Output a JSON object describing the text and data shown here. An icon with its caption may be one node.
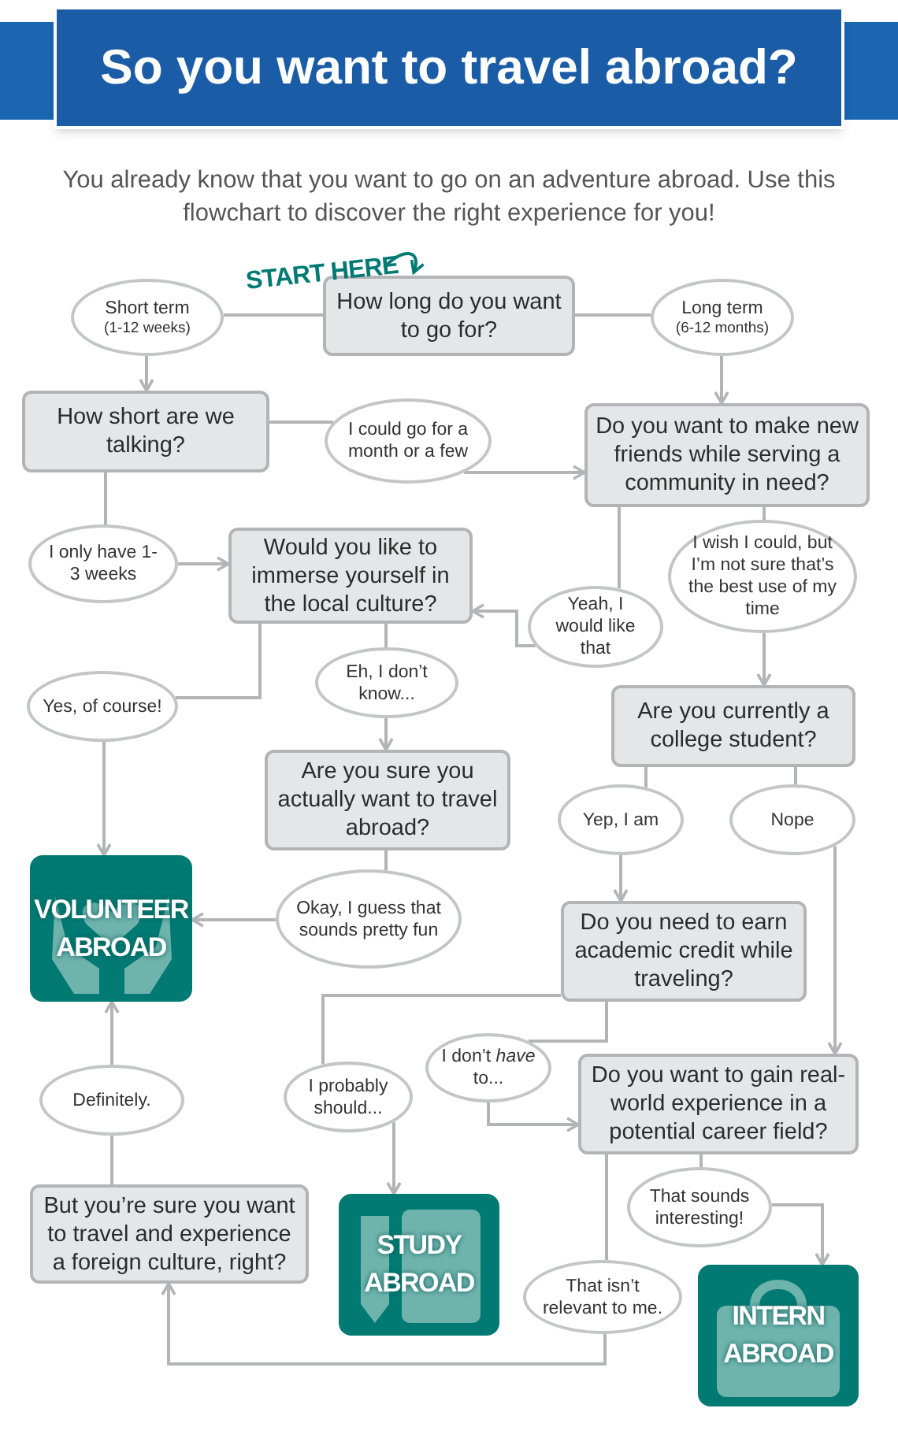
{
  "diagram": {
    "title": "So you want to travel abroad?",
    "nodes": [
      {
        "text": [
          "How long do you want to go for?"
        ]
      },
      {
        "text": [
          "Short term",
          "(1-12 weeks)"
        ]
      },
      {
        "text": [
          "Long term",
          "(6-12 months)"
        ]
      },
      {
        "text": [
          "How short are we talking?"
        ]
      },
      {
        "text": [
          "I could go for a month or a few"
        ]
      },
      {
        "text": [
          "Do you want to make new friends while serving a community in need?"
        ]
      },
      {
        "text": [
          "I only have 1-3 weeks"
        ]
      },
      {
        "text": [
          "Would you like to immerse yourself in the local culture?"
        ]
      },
      {
        "text": [
          "Yeah, I would like that"
        ]
      },
      {
        "text": [
          "I wish I could, but I’m not sure that’s the best use of my time"
        ]
      },
      {
        "text": [
          "Yes, of course!"
        ]
      },
      {
        "text": [
          "Eh, I don’t know..."
        ]
      },
      {
        "text": [
          "Are you currently a college student?"
        ]
      },
      {
        "text": [
          "Are you sure you actually want to travel abroad?"
        ]
      },
      {
        "text": [
          "Yep, I am"
        ]
      },
      {
        "text": [
          "Nope"
        ]
      },
      {
        "text": [
          "VOLUNTEER ABROAD"
        ]
      },
      {
        "text": [
          "Okay, I guess that sounds pretty fun"
        ]
      },
      {
        "text": [
          "Do you need to earn academic credit while traveling?"
        ]
      },
      {
        "text": [
          "I don’t *have* to..."
        ]
      },
      {
        "text": [
          "Definitely."
        ]
      },
      {
        "text": [
          "I probably should..."
        ]
      },
      {
        "text": [
          "Do you want to gain real-world experience in a potential career field?"
        ]
      },
      {
        "text": [
          "But you’re sure you want to travel and experience a foreign culture, right?"
        ]
      },
      {
        "text": [
          "STUDY ABROAD"
        ]
      },
      {
        "text": [
          "That sounds interesting!"
        ]
      },
      {
        "text": [
          "That isn’t relevant to me."
        ]
      },
      {
        "text": [
          "INTERN ABROAD"
        ]
      },
      {
        "text": [
          "START HERE"
        ]
      }
    ],
    "edges": [
      {
        "from": 0,
        "to": 1,
        "arrow": "none"
      },
      {
        "from": 0,
        "to": 2,
        "arrow": "none"
      },
      {
        "from": 1,
        "to": 3,
        "arrow": "to"
      },
      {
        "from": 2,
        "to": 5,
        "arrow": "to"
      },
      {
        "from": 3,
        "to": 4,
        "arrow": "none"
      },
      {
        "from": 4,
        "to": 5,
        "arrow": "to"
      },
      {
        "from": 3,
        "to": 6,
        "arrow": "none"
      },
      {
        "from": 6,
        "to": 7,
        "arrow": "to"
      },
      {
        "from": 5,
        "to": 8,
        "arrow": "none"
      },
      {
        "from": 8,
        "to": 7,
        "arrow": "to"
      },
      {
        "from": 5,
        "to": 9,
        "arrow": "none"
      },
      {
        "from": 7,
        "to": 10,
        "arrow": "none"
      },
      {
        "from": 7,
        "to": 11,
        "arrow": "none"
      },
      {
        "from": 9,
        "to": 12,
        "arrow": "to"
      },
      {
        "from": 10,
        "to": 16,
        "arrow": "to"
      },
      {
        "from": 11,
        "to": 13,
        "arrow": "to"
      },
      {
        "from": 12,
        "to": 14,
        "arrow": "none"
      },
      {
        "from": 12,
        "to": 15,
        "arrow": "none"
      },
      {
        "from": 13,
        "to": 17,
        "arrow": "none"
      },
      {
        "from": 17,
        "to": 16,
        "arrow": "to"
      },
      {
        "from": 14,
        "to": 18,
        "arrow": "to"
      },
      {
        "from": 15,
        "to": 22,
        "arrow": "to"
      },
      {
        "from": 18,
        "to": 21,
        "arrow": "none"
      },
      {
        "from": 18,
        "to": 19,
        "arrow": "none"
      },
      {
        "from": 19,
        "to": 22,
        "arrow": "to"
      },
      {
        "from": 21,
        "to": 24,
        "arrow": "to"
      },
      {
        "from": 22,
        "to": 25,
        "arrow": "none"
      },
      {
        "from": 22,
        "to": 26,
        "arrow": "none"
      },
      {
        "from": 25,
        "to": 27,
        "arrow": "to"
      },
      {
        "from": 26,
        "to": 23,
        "arrow": "to"
      },
      {
        "from": 23,
        "to": 20,
        "arrow": "none"
      },
      {
        "from": 20,
        "to": 16,
        "arrow": "to"
      },
      {
        "from": 28,
        "to": 0,
        "arrow": "to",
        "color": "#007a73"
      }
    ],
    "labels": [
      "You already know that you want to go on an adventure abroad. Use this flowchart to discover the right experience for you!"
    ]
  }
}
